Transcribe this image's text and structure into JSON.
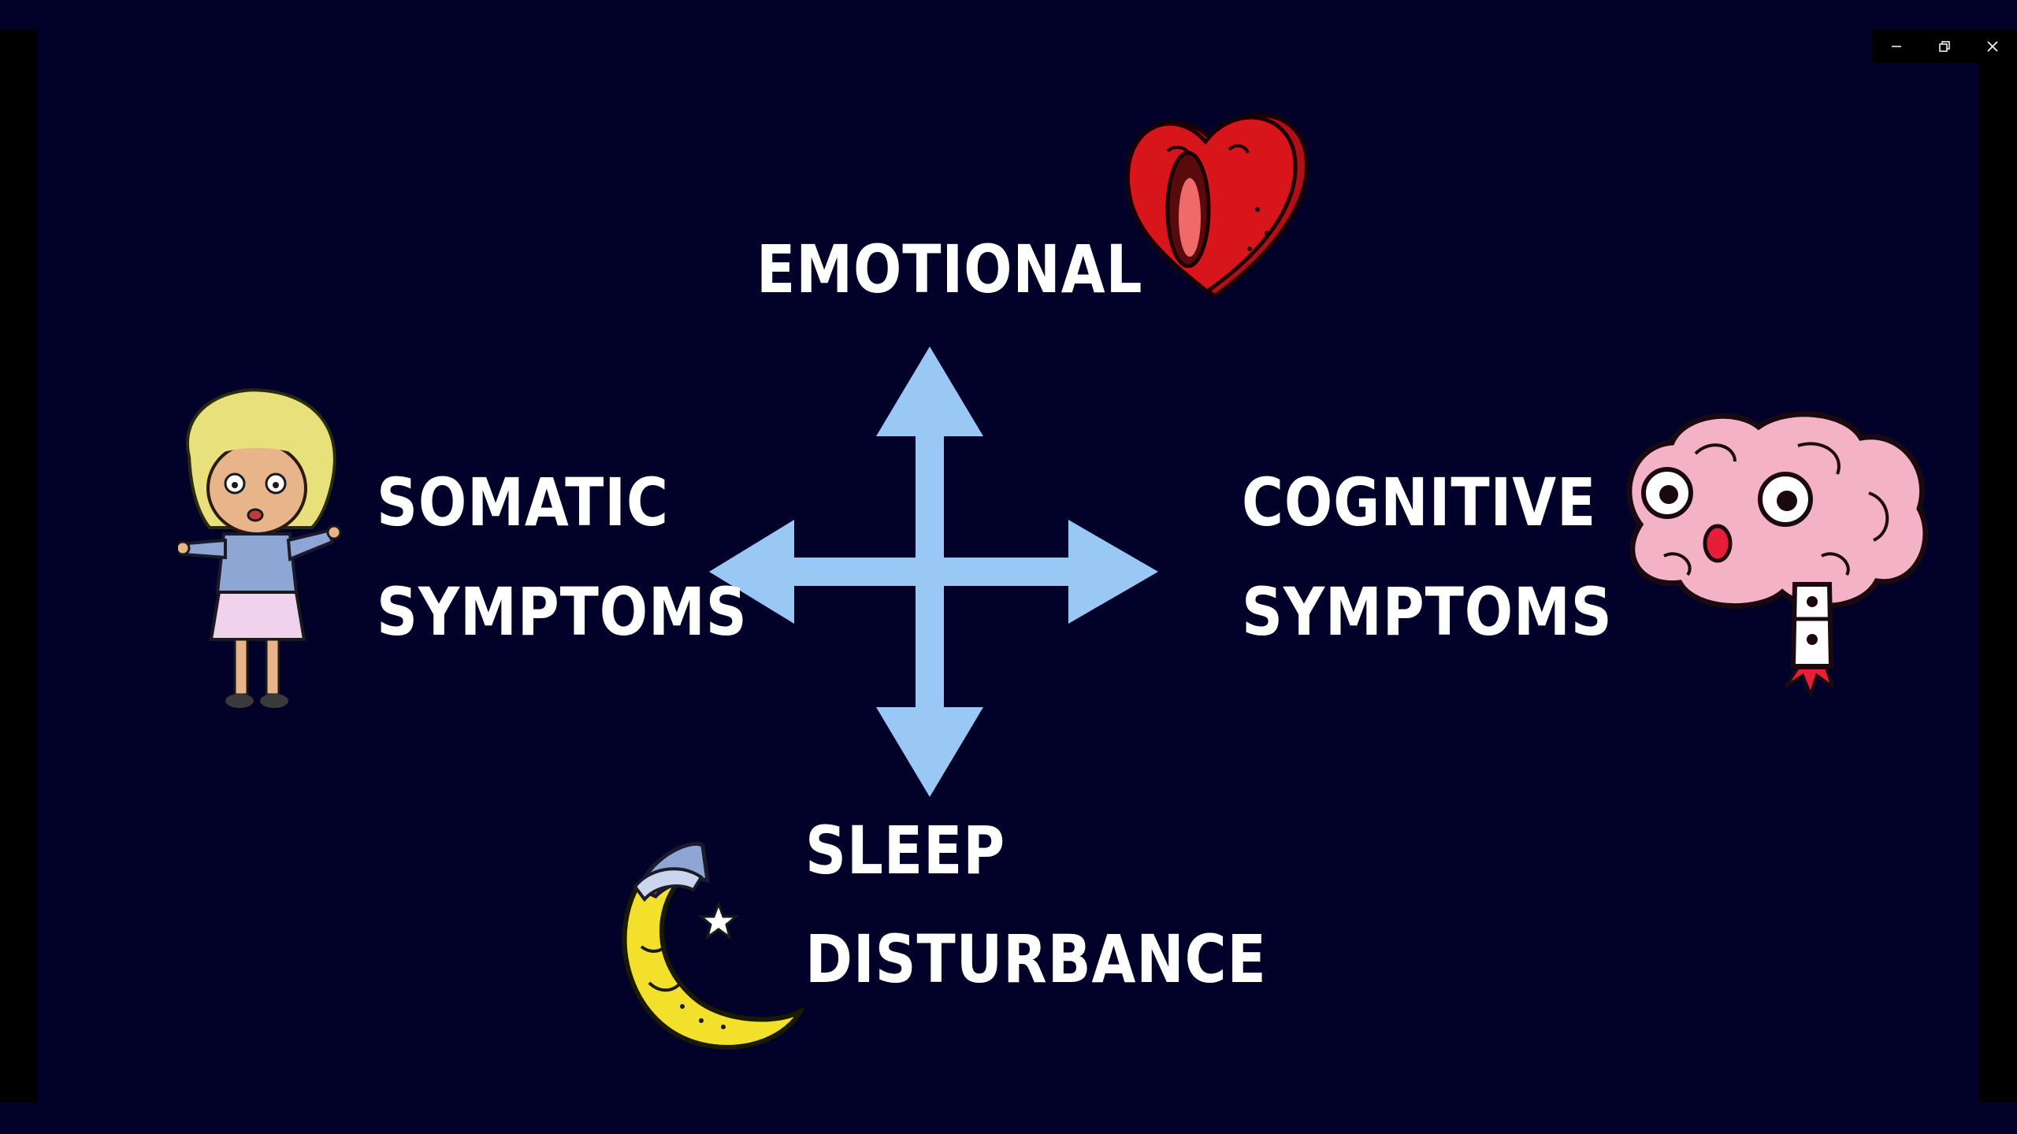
{
  "window": {
    "controls": {
      "minimize_icon": "minimize-icon",
      "restore_icon": "restore-icon",
      "close_icon": "close-icon"
    }
  },
  "slide": {
    "labels": {
      "emotional": "EMOTIONAL",
      "somatic_line1": "SOMATIC",
      "somatic_line2": "SYMPTOMS",
      "cognitive_line1": "COGNITIVE",
      "cognitive_line2": "SYMPTOMS",
      "sleep_line1": "SLEEP",
      "sleep_line2": "DISTURBANCE"
    },
    "illustrations": {
      "emotional": "screaming-heart-illustration",
      "somatic": "anxious-child-illustration",
      "cognitive": "exploding-brain-illustration",
      "sleep": "sleeping-moon-illustration"
    },
    "colors": {
      "background": "#02012a",
      "arrow": "#9ac8f4",
      "text": "#ffffff",
      "heart": "#d9151c",
      "brain": "#f4b2c6",
      "moon": "#f3e02a"
    }
  }
}
